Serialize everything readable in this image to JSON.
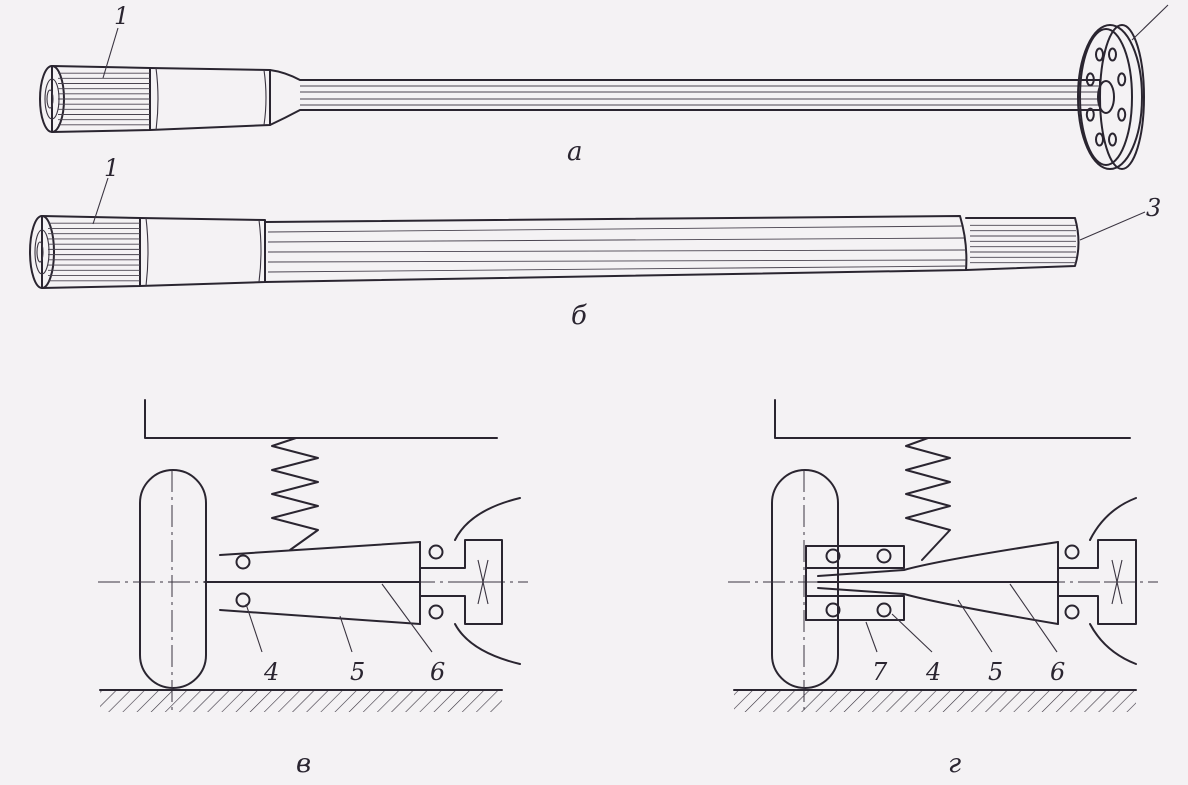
{
  "captions": {
    "a": "а",
    "b": "б",
    "v": "в",
    "g": "г"
  },
  "callouts": {
    "shaft_a_end": "1",
    "shaft_b_end": "1",
    "shaft_b_spline": "3",
    "v_4": "4",
    "v_5": "5",
    "v_6": "6",
    "g_7": "7",
    "g_4": "4",
    "g_5": "5",
    "g_6": "6"
  },
  "ink_color": "#2a2530",
  "paper_color": "#f4f2f4"
}
